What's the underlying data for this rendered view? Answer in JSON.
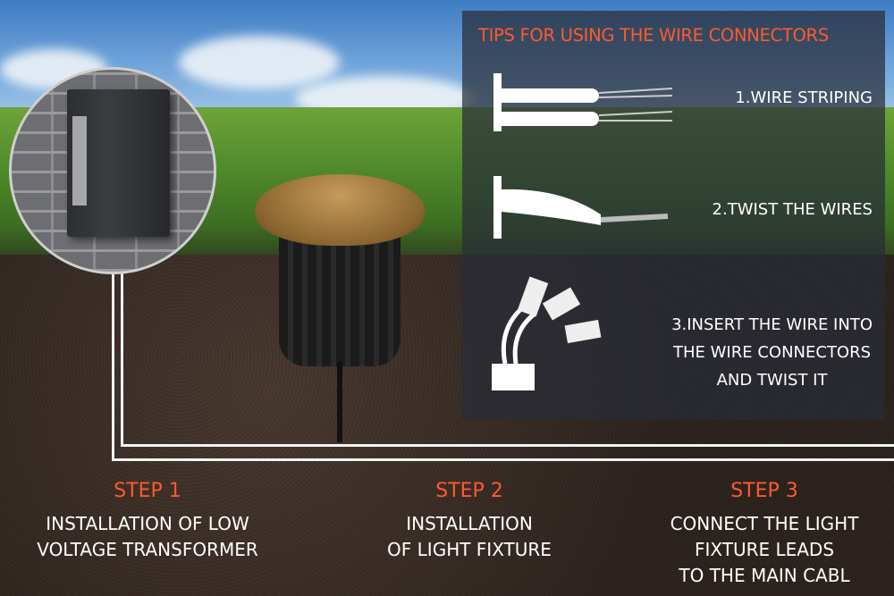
{
  "tips": {
    "title": "TIPS FOR USING THE WIRE CONNECTORS",
    "items": [
      {
        "label": "1.WIRE STRIPING"
      },
      {
        "label": "2.TWIST THE WIRES"
      },
      {
        "label_lines": [
          "3.INSERT THE WIRE INTO",
          "THE WIRE CONNECTORS",
          "AND TWIST IT"
        ]
      }
    ]
  },
  "steps": [
    {
      "title": "STEP 1",
      "lines": [
        "INSTALLATION OF LOW",
        "VOLTAGE TRANSFORMER"
      ]
    },
    {
      "title": "STEP 2",
      "lines": [
        "INSTALLATION",
        "OF LIGHT FIXTURE"
      ]
    },
    {
      "title": "STEP 3",
      "lines": [
        "CONNECT THE LIGHT",
        "FIXTURE LEADS",
        "TO THE MAIN CABL"
      ]
    }
  ],
  "colors": {
    "accent": "#ff5a2c",
    "text": "#ffffff"
  }
}
